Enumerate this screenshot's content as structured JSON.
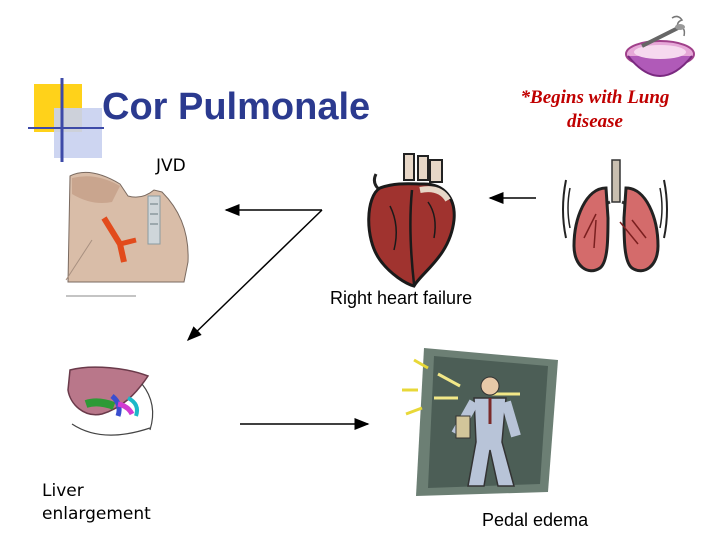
{
  "slide": {
    "title": "Cor Pulmonale",
    "note_line1": "*Begins with Lung",
    "note_line2": "disease",
    "labels": {
      "jvd": "JVD",
      "right_heart_failure": "Right heart failure",
      "liver_line1": "Liver",
      "liver_line2": "enlargement",
      "pedal_edema": "Pedal edema"
    }
  },
  "colors": {
    "title": "#2b3a8f",
    "note": "#c00000",
    "accent_yellow": "#ffd21a",
    "accent_blue": "#3d4aa8"
  },
  "icons": [
    "title-accent-squares",
    "bowl-clipart",
    "neck-jvd-image",
    "heart-clipart",
    "lungs-clipart",
    "liver-image",
    "edema-person-clipart"
  ]
}
